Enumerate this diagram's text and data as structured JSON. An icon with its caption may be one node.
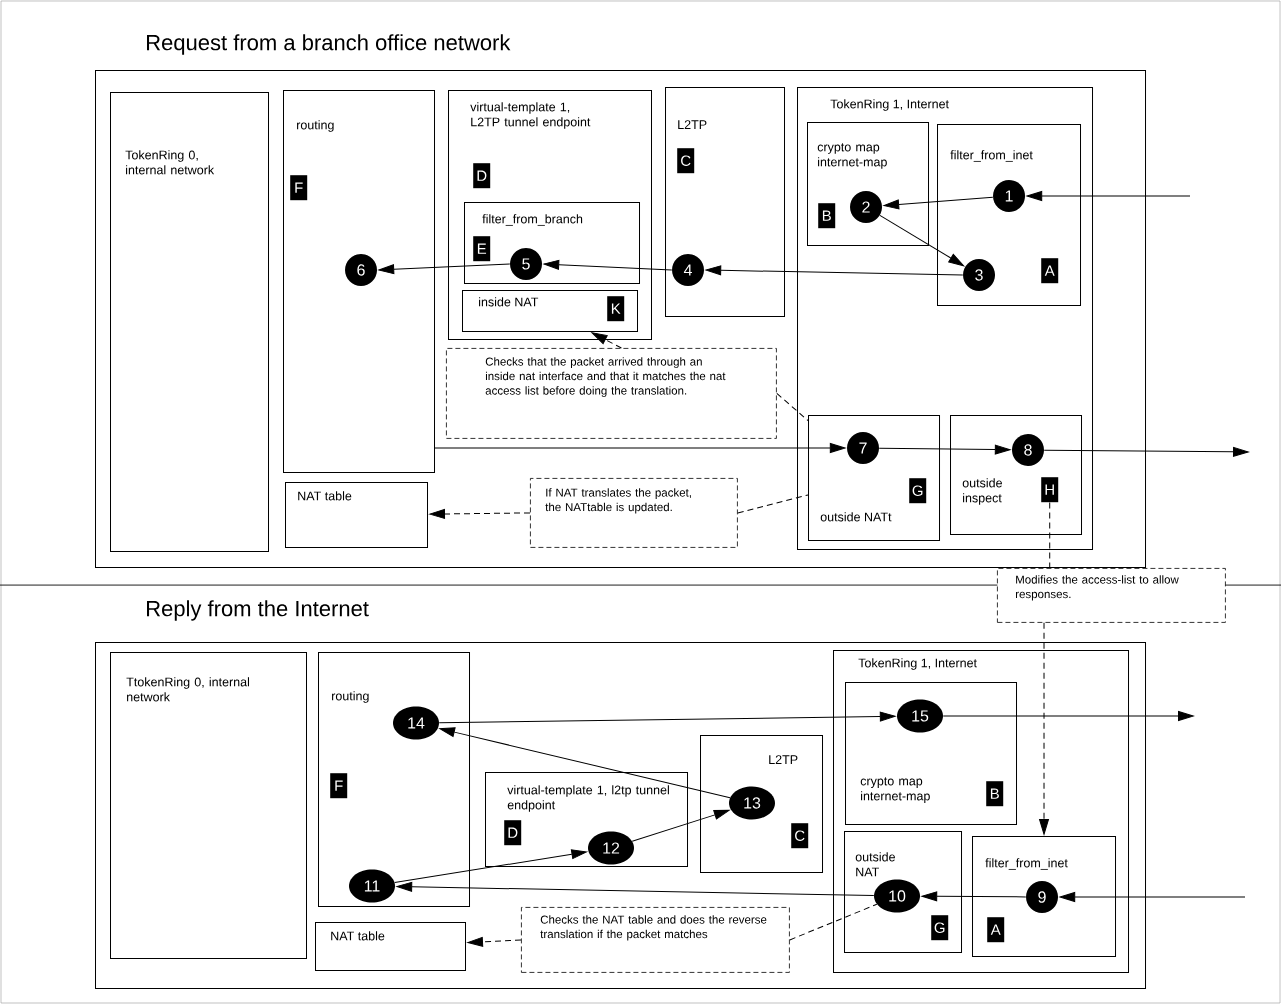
{
  "diagram": {
    "nodes": [
      {
        "text": [
          "Request from a branch office network"
        ]
      },
      {
        "text": [
          "TokenRing 0, internal network"
        ],
        "in": 0
      },
      {
        "text": [
          "routing"
        ],
        "in": 0
      },
      {
        "text": [
          "F"
        ],
        "in": 2
      },
      {
        "text": [
          "virtual-template 1, L2TP tunnel endpoint"
        ],
        "in": 0
      },
      {
        "text": [
          "D"
        ],
        "in": 4
      },
      {
        "text": [
          "filter_from_branch"
        ],
        "in": 4
      },
      {
        "text": [
          "E"
        ],
        "in": 6
      },
      {
        "text": [
          "5"
        ],
        "in": 6
      },
      {
        "text": [
          "inside NAT"
        ],
        "in": 4
      },
      {
        "text": [
          "K"
        ],
        "in": 9
      },
      {
        "text": [
          "L2TP"
        ],
        "in": 0
      },
      {
        "text": [
          "C"
        ],
        "in": 11
      },
      {
        "text": [
          "4"
        ],
        "in": 11
      },
      {
        "text": [
          "6"
        ],
        "in": 2
      },
      {
        "text": [
          "TokenRing 1, Internet"
        ],
        "in": 0
      },
      {
        "text": [
          "crypto map internet-map"
        ],
        "in": 15
      },
      {
        "text": [
          "B"
        ],
        "in": 16
      },
      {
        "text": [
          "2"
        ],
        "in": 16
      },
      {
        "text": [
          "filter_from_inet"
        ],
        "in": 15
      },
      {
        "text": [
          "1"
        ],
        "in": 19
      },
      {
        "text": [
          "3"
        ],
        "in": 19
      },
      {
        "text": [
          "A"
        ],
        "in": 19
      },
      {
        "text": [
          "outside NATt"
        ],
        "in": 15
      },
      {
        "text": [
          "7"
        ],
        "in": 23
      },
      {
        "text": [
          "G"
        ],
        "in": 23
      },
      {
        "text": [
          "outside inspect"
        ],
        "in": 15
      },
      {
        "text": [
          "8"
        ],
        "in": 26
      },
      {
        "text": [
          "H"
        ],
        "in": 26
      },
      {
        "text": [
          "NAT table"
        ],
        "in": 0
      },
      {
        "text": [
          "Checks that the packet arrived through an inside nat interface and that it matches the nat access list before doing the translation."
        ],
        "in": 0
      },
      {
        "text": [
          "If NAT translates the packet, the NATtable is updated."
        ],
        "in": 0
      },
      {
        "text": [
          "Modifies the access-list to allow responses."
        ]
      },
      {
        "text": [
          "Reply from the Internet"
        ]
      },
      {
        "text": [
          "TtokenRing 0, internal network"
        ],
        "in": 33
      },
      {
        "text": [
          "routing"
        ],
        "in": 33
      },
      {
        "text": [
          "F"
        ],
        "in": 35
      },
      {
        "text": [
          "14"
        ],
        "in": 35
      },
      {
        "text": [
          "11"
        ],
        "in": 35
      },
      {
        "text": [
          "virtual-template 1, l2tp tunnel endpoint"
        ],
        "in": 33
      },
      {
        "text": [
          "D"
        ],
        "in": 39
      },
      {
        "text": [
          "12"
        ],
        "in": 39
      },
      {
        "text": [
          "L2TP"
        ],
        "in": 33
      },
      {
        "text": [
          "13"
        ],
        "in": 42
      },
      {
        "text": [
          "C"
        ],
        "in": 42
      },
      {
        "text": [
          "TokenRing 1, Internet"
        ],
        "in": 33
      },
      {
        "text": [
          "crypto map internet-map"
        ],
        "in": 45
      },
      {
        "text": [
          "15"
        ],
        "in": 46
      },
      {
        "text": [
          "B"
        ],
        "in": 46
      },
      {
        "text": [
          "outside NAT"
        ],
        "in": 45
      },
      {
        "text": [
          "10"
        ],
        "in": 49
      },
      {
        "text": [
          "G"
        ],
        "in": 49
      },
      {
        "text": [
          "filter_from_inet"
        ],
        "in": 45
      },
      {
        "text": [
          "9"
        ],
        "in": 52
      },
      {
        "text": [
          "A"
        ],
        "in": 52
      },
      {
        "text": [
          "NAT table"
        ],
        "in": 33
      },
      {
        "text": [
          "Checks the NAT table and does the reverse translation if the packet matches"
        ],
        "in": 33
      }
    ],
    "edges": [
      {
        "from": null,
        "to": 20,
        "arrow": "to"
      },
      {
        "from": 20,
        "to": 18,
        "arrow": "to"
      },
      {
        "from": 18,
        "to": 21,
        "arrow": "to"
      },
      {
        "from": 21,
        "to": 13,
        "arrow": "to"
      },
      {
        "from": 13,
        "to": 8,
        "arrow": "to"
      },
      {
        "from": 8,
        "to": 14,
        "arrow": "to"
      },
      {
        "from": 2,
        "to": 24,
        "arrow": "to"
      },
      {
        "from": 24,
        "to": 27,
        "arrow": "to"
      },
      {
        "from": 27,
        "to": null,
        "arrow": "to"
      },
      {
        "from": 30,
        "to": 9,
        "arrow": "to",
        "style": "dashed"
      },
      {
        "from": 30,
        "to": 23,
        "arrow": "none",
        "style": "dashed"
      },
      {
        "from": 31,
        "to": 29,
        "arrow": "to",
        "style": "dashed"
      },
      {
        "from": 31,
        "to": 23,
        "arrow": "none",
        "style": "dashed"
      },
      {
        "from": 28,
        "to": 32,
        "arrow": "none",
        "style": "dashed"
      },
      {
        "from": 32,
        "to": 52,
        "arrow": "to",
        "style": "dashed"
      },
      {
        "from": null,
        "to": 53,
        "arrow": "to"
      },
      {
        "from": 53,
        "to": 50,
        "arrow": "to"
      },
      {
        "from": 50,
        "to": 38,
        "arrow": "to"
      },
      {
        "from": 38,
        "to": 41,
        "arrow": "to"
      },
      {
        "from": 41,
        "to": 43,
        "arrow": "to"
      },
      {
        "from": 43,
        "to": 37,
        "arrow": "to"
      },
      {
        "from": 37,
        "to": 47,
        "arrow": "to"
      },
      {
        "from": 47,
        "to": null,
        "arrow": "to"
      },
      {
        "from": 56,
        "to": 55,
        "arrow": "to",
        "style": "dashed"
      },
      {
        "from": 56,
        "to": 50,
        "arrow": "none",
        "style": "dashed"
      }
    ]
  }
}
